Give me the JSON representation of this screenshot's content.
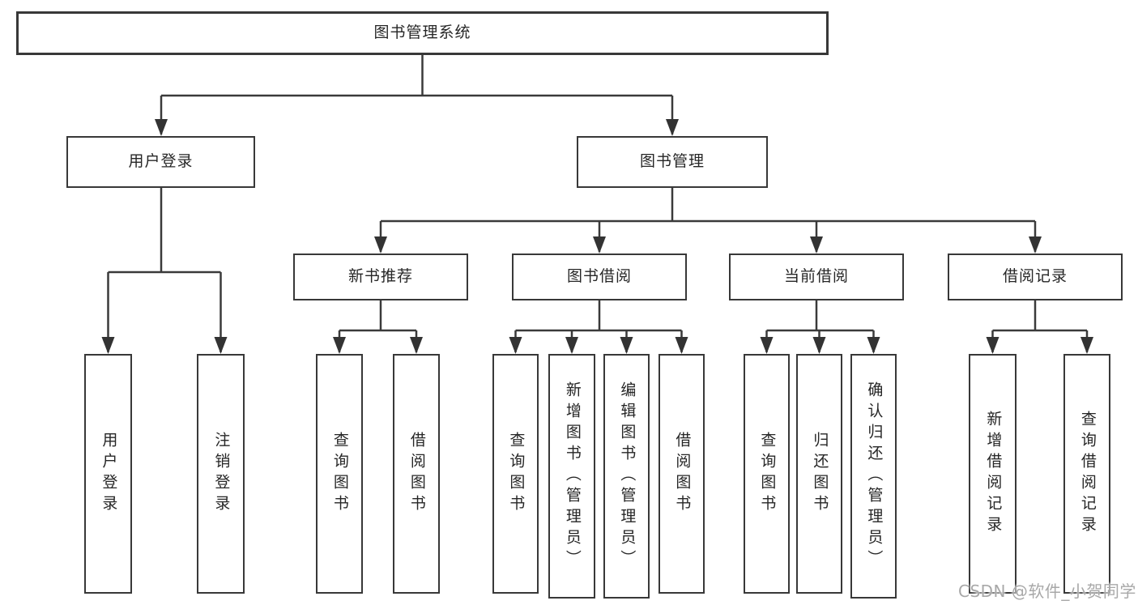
{
  "diagram": {
    "root": {
      "label": "图书管理系统"
    },
    "level2": [
      {
        "label": "用户登录"
      },
      {
        "label": "图书管理"
      }
    ],
    "level3": [
      {
        "label": "新书推荐"
      },
      {
        "label": "图书借阅"
      },
      {
        "label": "当前借阅"
      },
      {
        "label": "借阅记录"
      }
    ],
    "leaves": [
      {
        "label": "用户登录"
      },
      {
        "label": "注销登录"
      },
      {
        "label": "查询图书"
      },
      {
        "label": "借阅图书"
      },
      {
        "label": "查询图书"
      },
      {
        "label": "新增图书（管理员）"
      },
      {
        "label": "编辑图书（管理员）"
      },
      {
        "label": "借阅图书"
      },
      {
        "label": "查询图书"
      },
      {
        "label": "归还图书"
      },
      {
        "label": "确认归还（管理员）"
      },
      {
        "label": "新增借阅记录"
      },
      {
        "label": "查询借阅记录"
      }
    ]
  },
  "watermark": {
    "text": "CSDN @软件_小贺同学"
  },
  "colors": {
    "line": "#3a3a3a",
    "box_border": "#383838",
    "box_bg": "#ffffff",
    "text": "#262626",
    "watermark": "#a8a8a8"
  }
}
